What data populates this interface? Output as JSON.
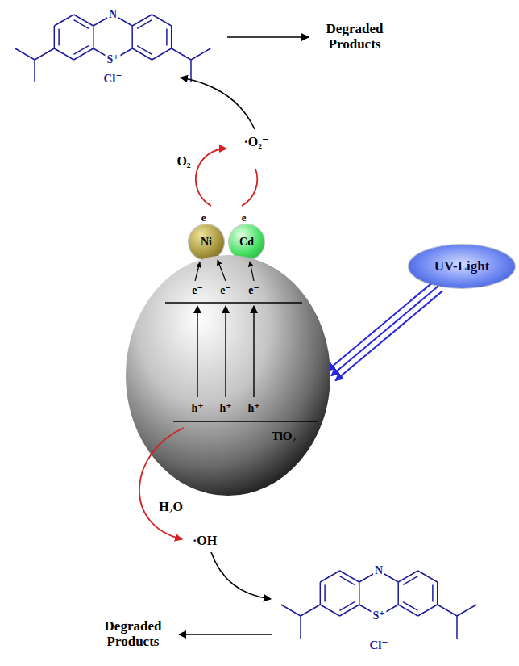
{
  "diagram": {
    "nodes": [
      {
        "text": [
          "Ni"
        ]
      },
      {
        "text": [
          "Cd"
        ]
      },
      {
        "text": [
          "UV-Light"
        ]
      },
      {
        "text": [
          "TiO₂"
        ]
      }
    ],
    "edges": [
      {
        "from": 2,
        "to": 3,
        "arrow": "to"
      }
    ],
    "labels": [
      "N",
      "S⁺",
      "Cl⁻",
      "Degraded Products",
      "·O₂⁻",
      "O₂",
      "e⁻",
      "e⁻",
      "e⁻",
      "e⁻",
      "e⁻",
      "h⁺",
      "h⁺",
      "h⁺",
      "H₂O",
      "·OH",
      "N",
      "S⁺",
      "Cl⁻",
      "Degraded Products"
    ]
  }
}
